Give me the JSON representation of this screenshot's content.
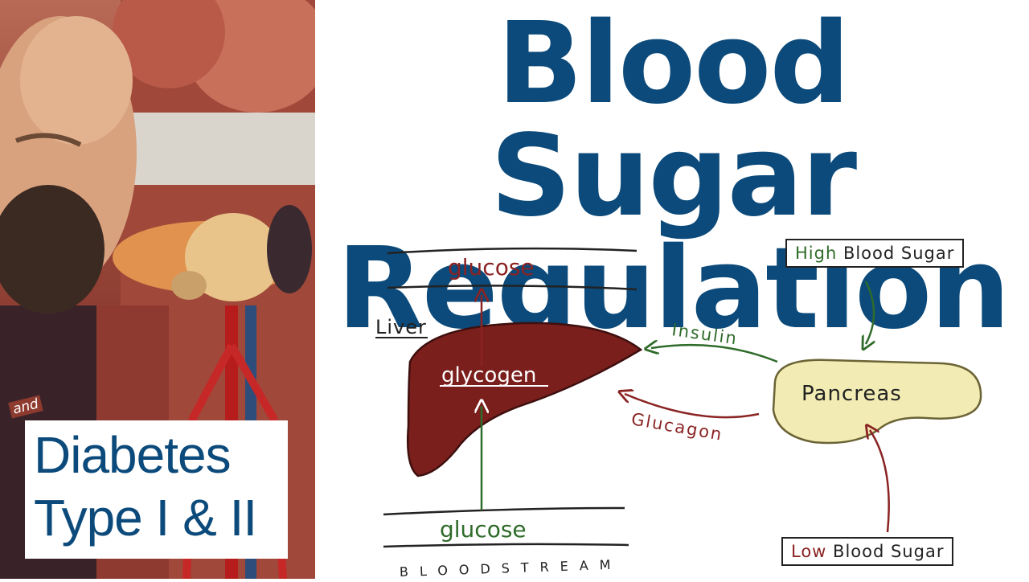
{
  "title": {
    "line1": "Blood Sugar",
    "line2": "Regulation"
  },
  "subtitle": {
    "prefix": "and",
    "line1": "Diabetes",
    "line2": "Type I & II"
  },
  "diagram": {
    "high_blood_sugar": {
      "high": "High",
      "rest": " Blood Sugar"
    },
    "low_blood_sugar": {
      "low": "Low",
      "rest": " Blood Sugar"
    },
    "pancreas": "Pancreas",
    "liver": "Liver",
    "glycogen": "glycogen",
    "glucose_top": "glucose",
    "glucose_bottom": "glucose",
    "insulin": "Insulin",
    "glucagon": "Glucagon",
    "bloodstream": "BLOODSTREAM"
  },
  "colors": {
    "title_blue": "#0b4a7a",
    "liver_brown": "#7a1f1c",
    "insulin_green": "#2f6b2a",
    "glucagon_red": "#8b2323",
    "pancreas_yellow": "#f2ecb4"
  }
}
